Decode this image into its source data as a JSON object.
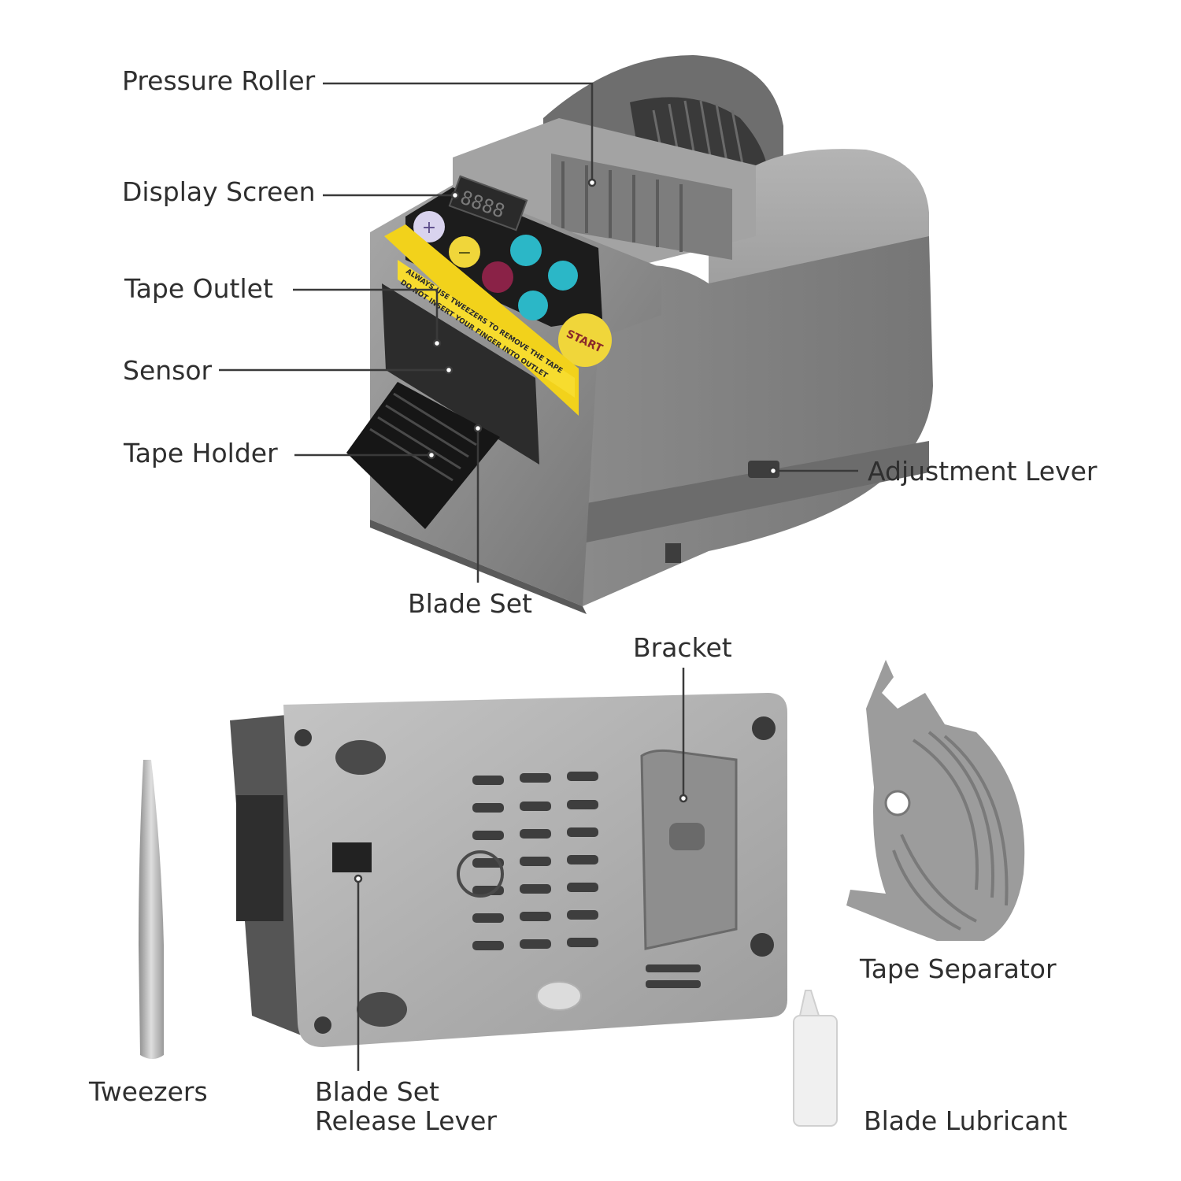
{
  "labels": {
    "pressure_roller": "Pressure Roller",
    "display_screen": "Display Screen",
    "tape_outlet": "Tape Outlet",
    "sensor": "Sensor",
    "tape_holder": "Tape Holder",
    "blade_set": "Blade Set",
    "adjustment_lever": "Adjustment Lever",
    "bracket": "Bracket",
    "tape_separator": "Tape Separator",
    "tweezers": "Tweezers",
    "blade_set_release_lever_line1": "Blade Set",
    "blade_set_release_lever_line2": "Release Lever",
    "blade_lubricant": "Blade Lubricant"
  },
  "control_panel": {
    "display_digits": "8888",
    "start_button": "START",
    "plus_symbol": "+",
    "minus_symbol": "−"
  },
  "warning_sticker": {
    "line1": "ALWAYS USE TWEEZERS TO REMOVE THE TAPE",
    "line2": "DO NOT INSERT YOUR FINGER INTO OUTLET"
  },
  "colors": {
    "body_gray": "#8d8d8d",
    "panel_black": "#1c1c1c",
    "warning_yellow": "#f2d21b",
    "button_yellow": "#f0d63a",
    "button_cyan": "#2bb7c7",
    "button_lavender": "#d9d3ee",
    "button_maroon": "#8a2247",
    "callout_line": "#3a3a3a"
  }
}
